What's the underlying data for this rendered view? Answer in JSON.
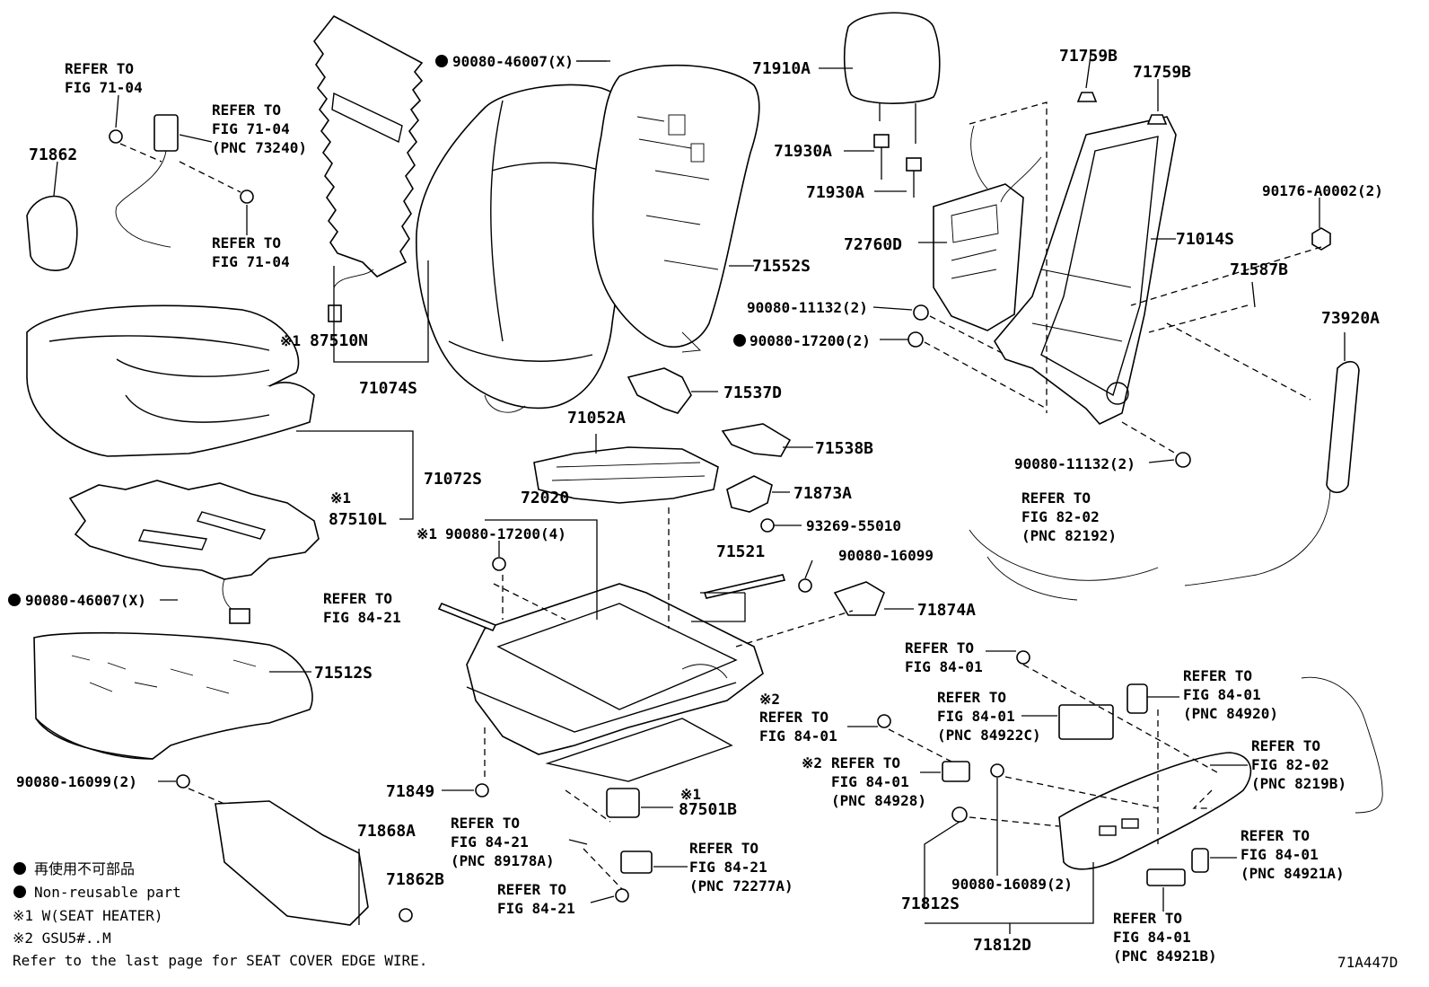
{
  "title": "",
  "diagram_code": "71A447D",
  "parts": [
    {
      "id": "71862",
      "label": "71862"
    },
    {
      "id": "71910A",
      "label": "71910A"
    },
    {
      "id": "71930A-1",
      "label": "71930A"
    },
    {
      "id": "71930A-2",
      "label": "71930A"
    },
    {
      "id": "71759B-1",
      "label": "71759B"
    },
    {
      "id": "71759B-2",
      "label": "71759B"
    },
    {
      "id": "90176",
      "label": "90176-A0002(2)"
    },
    {
      "id": "72760D",
      "label": "72760D"
    },
    {
      "id": "71014S",
      "label": "71014S"
    },
    {
      "id": "71552S",
      "label": "71552S"
    },
    {
      "id": "71587B",
      "label": "71587B"
    },
    {
      "id": "73920A",
      "label": "73920A"
    },
    {
      "id": "90080-11132-a",
      "label": "90080-11132(2)"
    },
    {
      "id": "90080-17200-a",
      "label": "90080-17200(2)"
    },
    {
      "id": "87510N",
      "label": "87510N"
    },
    {
      "id": "71074S",
      "label": "71074S"
    },
    {
      "id": "71537D",
      "label": "71537D"
    },
    {
      "id": "71052A",
      "label": "71052A"
    },
    {
      "id": "71538B",
      "label": "71538B"
    },
    {
      "id": "90080-11132-b",
      "label": "90080-11132(2)"
    },
    {
      "id": "71072S",
      "label": "71072S"
    },
    {
      "id": "72020",
      "label": "72020"
    },
    {
      "id": "71873A",
      "label": "71873A"
    },
    {
      "id": "93269",
      "label": "93269-55010"
    },
    {
      "id": "87510L",
      "label": "87510L"
    },
    {
      "id": "90080-17200-b",
      "label": "90080-17200(4)"
    },
    {
      "id": "71521",
      "label": "71521"
    },
    {
      "id": "90080-16099-a",
      "label": "90080-16099"
    },
    {
      "id": "71874A",
      "label": "71874A"
    },
    {
      "id": "90080-46007-a",
      "label": "90080-46007(X)"
    },
    {
      "id": "90080-46007-b",
      "label": "90080-46007(X)"
    },
    {
      "id": "71512S",
      "label": "71512S"
    },
    {
      "id": "90080-16099-b",
      "label": "90080-16099(2)"
    },
    {
      "id": "71849",
      "label": "71849"
    },
    {
      "id": "87501B",
      "label": "87501B"
    },
    {
      "id": "71868A",
      "label": "71868A"
    },
    {
      "id": "71862B",
      "label": "71862B"
    },
    {
      "id": "90080-16089",
      "label": "90080-16089(2)"
    },
    {
      "id": "71812S",
      "label": "71812S"
    },
    {
      "id": "71812D",
      "label": "71812D"
    }
  ],
  "references": [
    {
      "id": "r1",
      "lines": [
        "REFER TO",
        "FIG 71-04"
      ]
    },
    {
      "id": "r2",
      "lines": [
        "REFER TO",
        "FIG 71-04",
        "(PNC 73240)"
      ]
    },
    {
      "id": "r3",
      "lines": [
        "REFER TO",
        "FIG 71-04"
      ]
    },
    {
      "id": "r4",
      "lines": [
        "REFER TO",
        "FIG 82-02",
        "(PNC 82192)"
      ]
    },
    {
      "id": "r5",
      "lines": [
        "REFER TO",
        "FIG 84-21"
      ]
    },
    {
      "id": "r6",
      "lines": [
        "REFER TO",
        "FIG 84-01"
      ]
    },
    {
      "id": "r7",
      "lines": [
        "REFER TO",
        "FIG 84-01",
        "(PNC 84922C)"
      ]
    },
    {
      "id": "r8",
      "lines": [
        "REFER TO",
        "FIG 84-01",
        "(PNC 84920)"
      ]
    },
    {
      "id": "r9",
      "lines": [
        "REFER TO",
        "FIG 84-01"
      ]
    },
    {
      "id": "r10",
      "lines": [
        "REFER TO",
        "FIG 84-01",
        "(PNC 84928)"
      ]
    },
    {
      "id": "r11",
      "lines": [
        "REFER TO",
        "FIG 82-02",
        "(PNC 8219B)"
      ]
    },
    {
      "id": "r12",
      "lines": [
        "REFER TO",
        "FIG 84-21",
        "(PNC 89178A)"
      ]
    },
    {
      "id": "r13",
      "lines": [
        "REFER TO",
        "FIG 84-21",
        "(PNC 72277A)"
      ]
    },
    {
      "id": "r14",
      "lines": [
        "REFER TO",
        "FIG 84-21"
      ]
    },
    {
      "id": "r15",
      "lines": [
        "REFER TO",
        "FIG 84-01",
        "(PNC 84921A)"
      ]
    },
    {
      "id": "r16",
      "lines": [
        "REFER TO",
        "FIG 84-01",
        "(PNC 84921B)"
      ]
    }
  ],
  "marks": {
    "m1": "※1",
    "m2": "※1",
    "m3": "※1",
    "m4": "※1",
    "m5": "※2",
    "m6": "※2"
  },
  "legend": {
    "jp": "再使用不可部品",
    "en": "Non-reusable part",
    "note1": "※1  W(SEAT  HEATER)",
    "note2": "※2  GSU5#..M",
    "footer": "Refer to the last page for SEAT COVER EDGE WIRE."
  }
}
